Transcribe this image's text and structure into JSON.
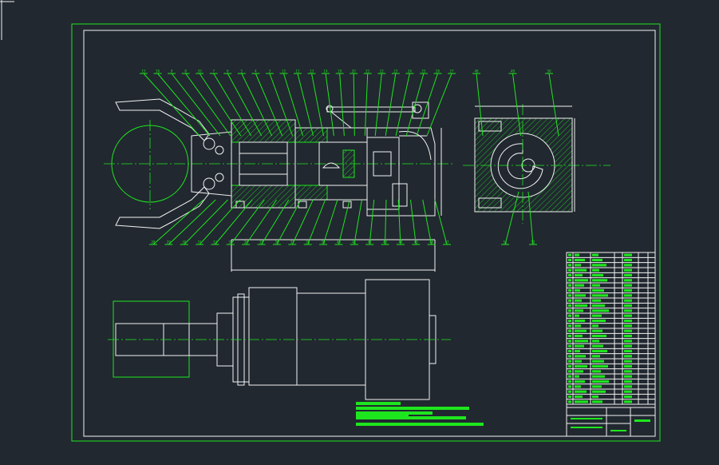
{
  "colors": {
    "background": "#212830",
    "linework": "#f2f2f2",
    "annotation": "#1ee61e"
  },
  "callouts_top": [
    "15",
    "16",
    "9",
    "8",
    "10",
    "7",
    "6",
    "5",
    "4",
    "3",
    "12",
    "11",
    "13",
    "14",
    "19",
    "20",
    "21",
    "22",
    "23",
    "24",
    "25",
    "26",
    "27"
  ],
  "callouts_bottom": [
    "28",
    "29",
    "30",
    "31",
    "32",
    "33",
    "34",
    "35",
    "36",
    "37",
    "38",
    "39",
    "40",
    "41",
    "42",
    "43",
    "44",
    "45",
    "46",
    "47"
  ],
  "callouts_side_top": [
    "48",
    "49",
    "50"
  ],
  "callouts_side_bottom": [
    "51",
    "52"
  ],
  "bom_rows": 30,
  "tech_notes_lines": 5
}
